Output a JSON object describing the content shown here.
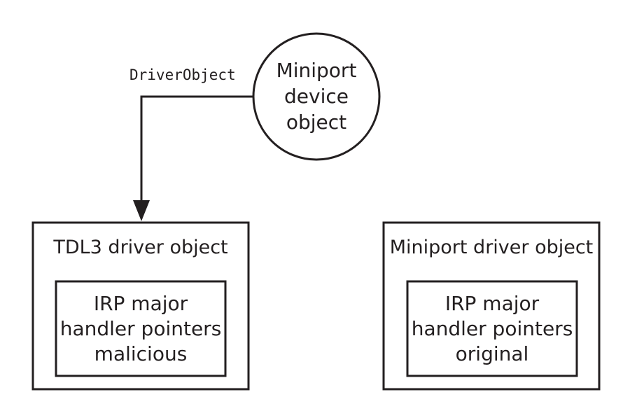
{
  "circle": {
    "lines": [
      "Miniport",
      "device",
      "object"
    ]
  },
  "arrow": {
    "label": "DriverObject"
  },
  "left_box": {
    "title": "TDL3 driver object",
    "inner_lines": [
      "IRP major",
      "handler pointers",
      "malicious"
    ]
  },
  "right_box": {
    "title": "Miniport driver object",
    "inner_lines": [
      "IRP major",
      "handler pointers",
      "original"
    ]
  },
  "colors": {
    "stroke": "#231f20",
    "background": "#ffffff"
  }
}
